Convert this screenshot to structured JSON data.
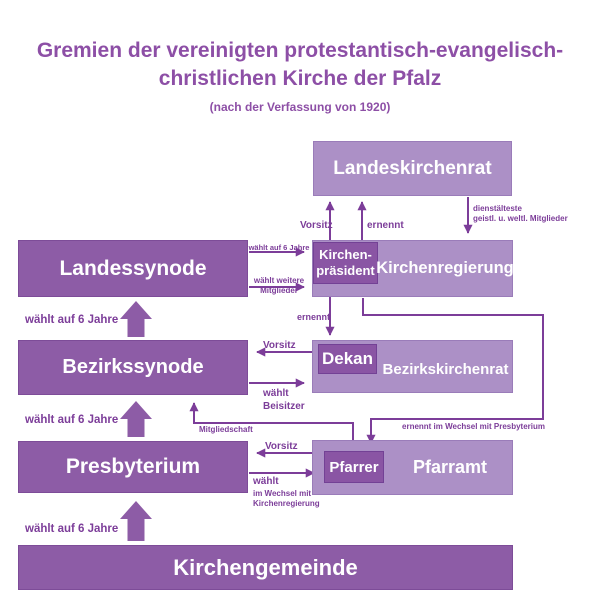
{
  "title": {
    "line1": "Gremien der vereinigten protestantisch-evangelisch-",
    "line2": "christlichen Kirche der Pfalz",
    "subtitle": "(nach der Verfassung von 1920)"
  },
  "colors": {
    "dark_box": "#8d5ca6",
    "light_box": "#ac90c6",
    "inner_box": "#8a55a4",
    "line": "#7c3d99",
    "title_text": "#8d4fa6",
    "box_text": "#ffffff",
    "background": "#ffffff"
  },
  "boxes": {
    "landeskirchenrat": "Landeskirchenrat",
    "landessynode": "Landessynode",
    "kirchenpraesident": {
      "line1": "Kirchen-",
      "line2": "präsident"
    },
    "kirchenregierung": "Kirchenregierung",
    "bezirkssynode": "Bezirkssynode",
    "dekan": "Dekan",
    "bezirkskirchenrat": "Bezirkskirchenrat",
    "presbyterium": "Presbyterium",
    "pfarrer": "Pfarrer",
    "pfarramt": "Pfarramt",
    "kirchengemeinde": "Kirchengemeinde"
  },
  "labels": {
    "vorsitz_landeskirchenrat": "Vorsitz",
    "ernennt_landeskirchenrat": "ernennt",
    "dienstaelteste": {
      "line1": "dienstälteste",
      "line2": "geistl. u. weltl. Mitglieder"
    },
    "waehlt_auf_6_jahre_praesident": "wählt auf 6 Jahre",
    "waehlt_weitere": {
      "line1": "wählt weitere",
      "line2": "Mitglieder"
    },
    "ernennt_dekan": "ernennt",
    "vorsitz_bezirkssynode": "Vorsitz",
    "waehlt_beisitzer": {
      "line1": "wählt",
      "line2": "Beisitzer"
    },
    "mitgliedschaft": "Mitgliedschaft",
    "ernennt_im_wechsel": "ernennt im Wechsel mit Presbyterium",
    "vorsitz_presbyterium": "Vorsitz",
    "waehlt_im_wechsel": {
      "line1": "wählt",
      "line2": "im Wechsel mit",
      "line3": "Kirchenregierung"
    },
    "waehlt_block": "wählt auf 6 Jahre"
  }
}
